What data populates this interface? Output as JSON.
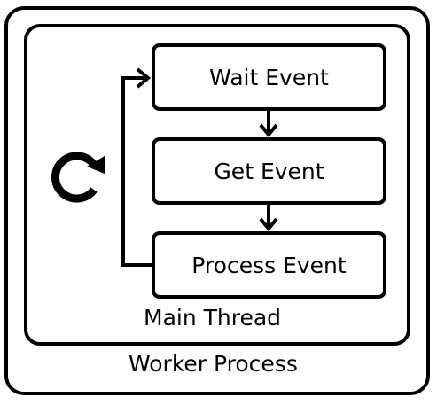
{
  "outer": {
    "label": "Worker Process"
  },
  "inner": {
    "label": "Main Thread"
  },
  "steps": [
    {
      "label": "Wait Event"
    },
    {
      "label": "Get Event"
    },
    {
      "label": "Process Event"
    }
  ],
  "icons": {
    "loop": "refresh-icon"
  },
  "colors": {
    "stroke": "#000000",
    "background": "#ffffff"
  }
}
